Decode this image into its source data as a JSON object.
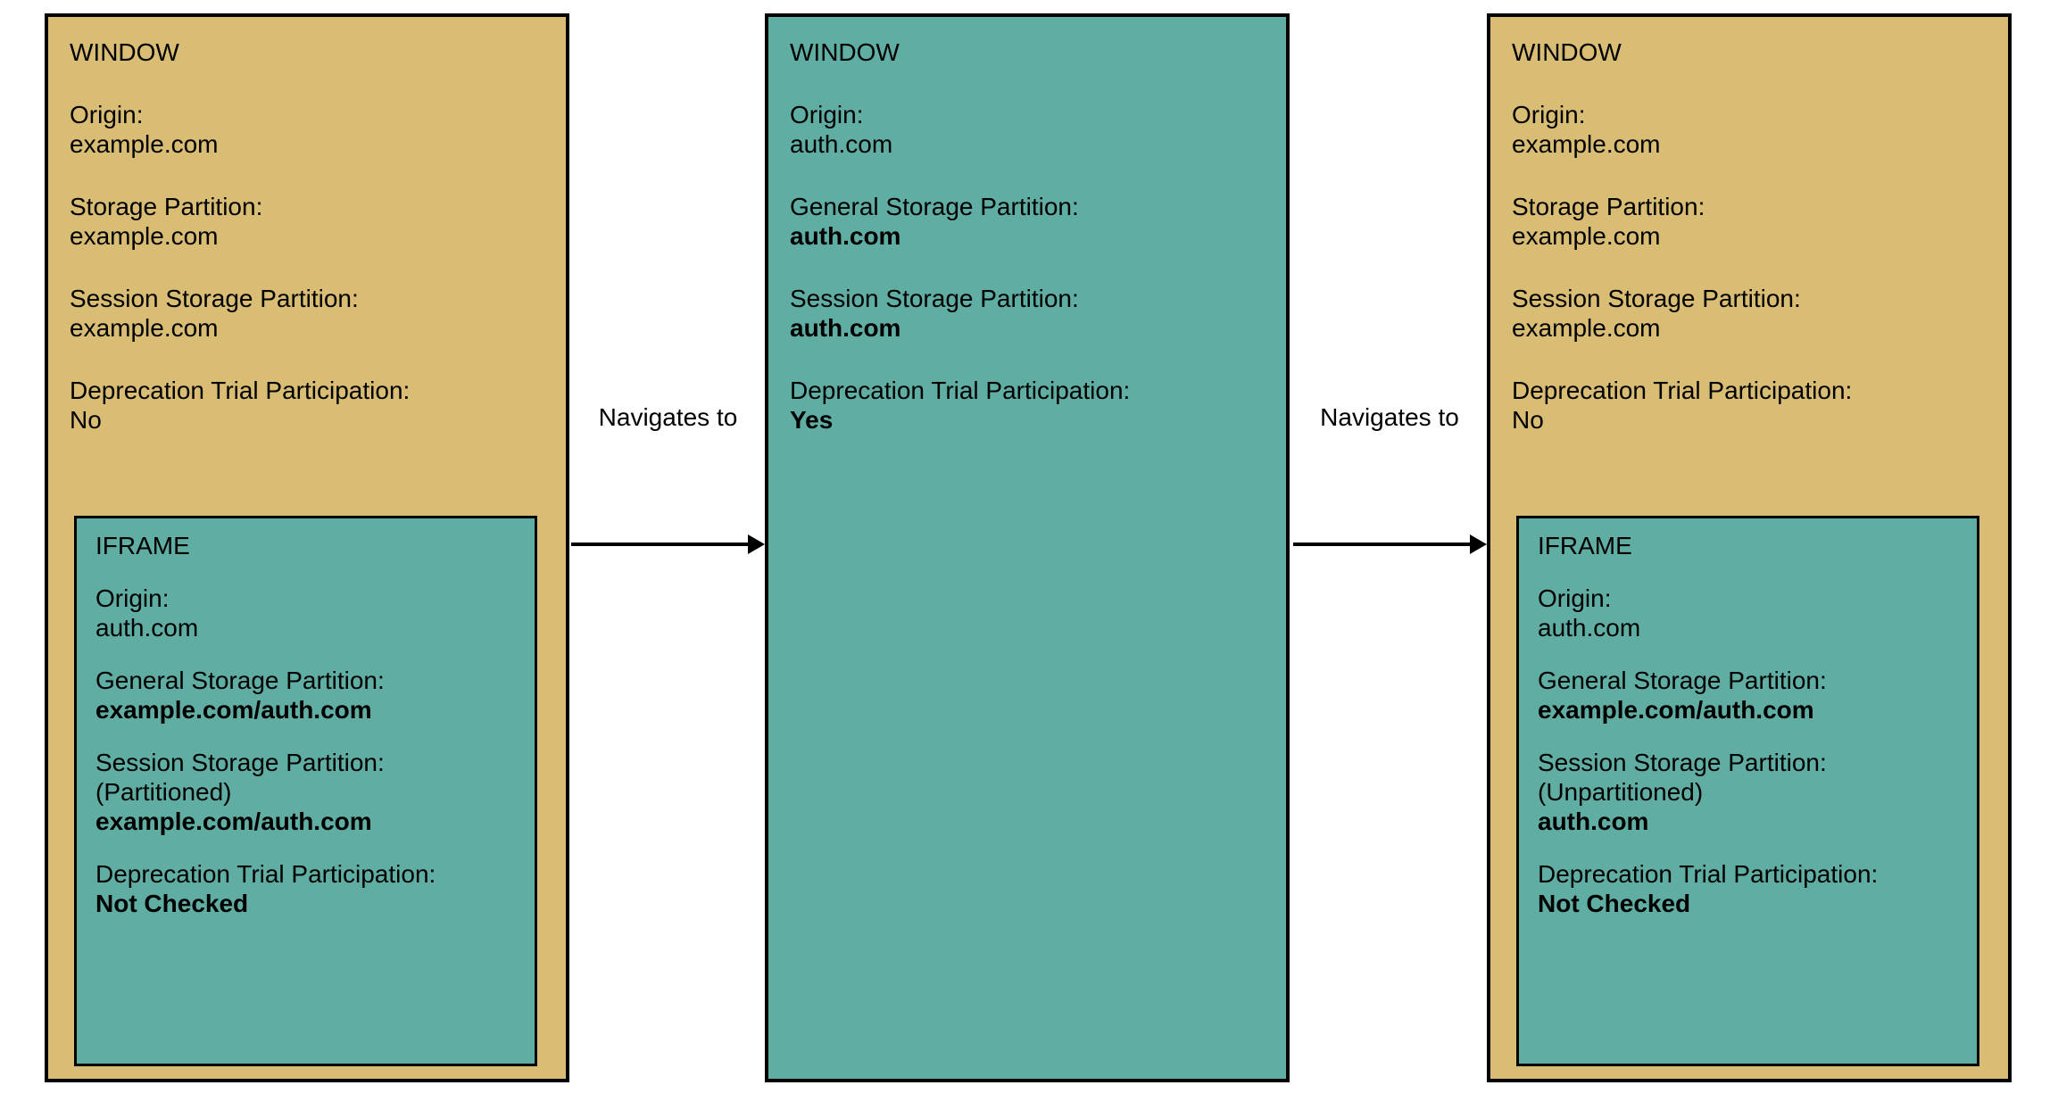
{
  "diagram": {
    "colors": {
      "window_tan": "#d9bd74",
      "teal": "#5fada3",
      "border": "#000000",
      "background": "#ffffff",
      "text": "#000000"
    },
    "arrows": [
      {
        "label": "Navigates to"
      },
      {
        "label": "Navigates to"
      }
    ],
    "boxes": [
      {
        "title": "WINDOW",
        "fields": [
          {
            "label": "Origin:",
            "value": "example.com"
          },
          {
            "label": "Storage Partition:",
            "value": "example.com"
          },
          {
            "label": "Session Storage Partition:",
            "value": "example.com"
          },
          {
            "label": "Deprecation Trial Participation:",
            "value": "No"
          }
        ],
        "iframe": {
          "title": "IFRAME",
          "fields": [
            {
              "label": "Origin:",
              "value": "auth.com"
            },
            {
              "label": "General Storage Partition:",
              "value": "example.com/auth.com"
            },
            {
              "label": "Session Storage Partition:",
              "note": "(Partitioned)",
              "value": "example.com/auth.com"
            },
            {
              "label": "Deprecation Trial Participation:",
              "value": "Not Checked"
            }
          ]
        }
      },
      {
        "title": "WINDOW",
        "fields": [
          {
            "label": "Origin:",
            "value": "auth.com"
          },
          {
            "label": "General Storage Partition:",
            "value": "auth.com"
          },
          {
            "label": "Session Storage Partition:",
            "value": "auth.com"
          },
          {
            "label": "Deprecation Trial Participation:",
            "value": "Yes"
          }
        ]
      },
      {
        "title": "WINDOW",
        "fields": [
          {
            "label": "Origin:",
            "value": "example.com"
          },
          {
            "label": "Storage Partition:",
            "value": "example.com"
          },
          {
            "label": "Session Storage Partition:",
            "value": "example.com"
          },
          {
            "label": "Deprecation Trial Participation:",
            "value": "No"
          }
        ],
        "iframe": {
          "title": "IFRAME",
          "fields": [
            {
              "label": "Origin:",
              "value": "auth.com"
            },
            {
              "label": "General Storage Partition:",
              "value": "example.com/auth.com"
            },
            {
              "label": "Session Storage Partition:",
              "note": "(Unpartitioned)",
              "value": "auth.com"
            },
            {
              "label": "Deprecation Trial Participation:",
              "value": "Not Checked"
            }
          ]
        }
      }
    ]
  }
}
